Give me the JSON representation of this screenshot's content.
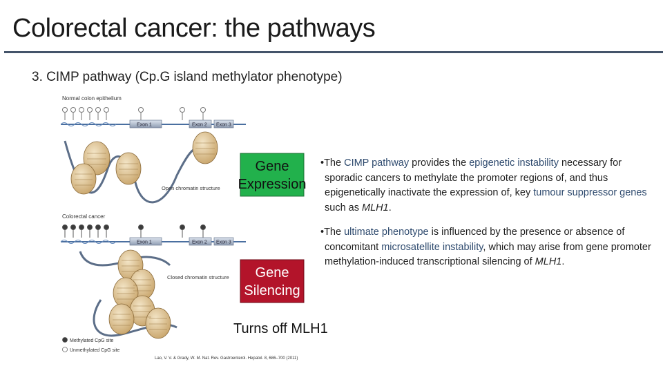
{
  "slide": {
    "title": "Colorectal cancer: the pathways",
    "subtitle": "3.  CIMP pathway (Cp.G island methylator phenotype)"
  },
  "figure": {
    "panel_top_label": "Normal colon epithelium",
    "panel_bottom_label": "Colorectal cancer",
    "exon_labels": [
      "Exon 1",
      "Exon 2",
      "Exon 3"
    ],
    "open_chromatin_label": "Open chromatin structure",
    "closed_chromatin_label": "Closed chromatin structure",
    "gene_expression_box": {
      "line1": "Gene",
      "line2": "Expression",
      "color": "#22b14c"
    },
    "gene_silencing_box": {
      "line1": "Gene",
      "line2": "Silencing",
      "color": "#b3142a"
    },
    "turns_off_label": "Turns off MLH1",
    "legend_methylated": "Methylated CpG site",
    "legend_unmethylated": "Unmethylated CpG site",
    "citation": "Lao, V. V. & Grady, W. M. Nat. Rev. Gastroenterol. Hepatol. 8, 686–700 (2011)"
  },
  "bullets": [
    {
      "parts": [
        {
          "t": "•The ",
          "hl": false
        },
        {
          "t": "CIMP pathway",
          "hl": true
        },
        {
          "t": " provides the ",
          "hl": false
        },
        {
          "t": "epigenetic instability",
          "hl": true
        },
        {
          "t": " necessary for sporadic cancers to methylate the promoter regions of, and thus epigenetically inactivate the expression of, key ",
          "hl": false
        },
        {
          "t": "tumour suppressor genes",
          "hl": true
        },
        {
          "t": " such as ",
          "hl": false
        },
        {
          "t": "MLH1",
          "hl": false,
          "i": true
        },
        {
          "t": ".",
          "hl": false
        }
      ]
    },
    {
      "parts": [
        {
          "t": "•The ",
          "hl": false
        },
        {
          "t": "ultimate phenotype",
          "hl": true
        },
        {
          "t": " is influenced by the presence or absence of concomitant ",
          "hl": false
        },
        {
          "t": "microsatellite instability",
          "hl": true
        },
        {
          "t": ", which may arise from gene promoter methylation-induced transcriptional silencing of ",
          "hl": false
        },
        {
          "t": "MLH1",
          "hl": false,
          "i": true
        },
        {
          "t": ".",
          "hl": false
        }
      ]
    }
  ]
}
